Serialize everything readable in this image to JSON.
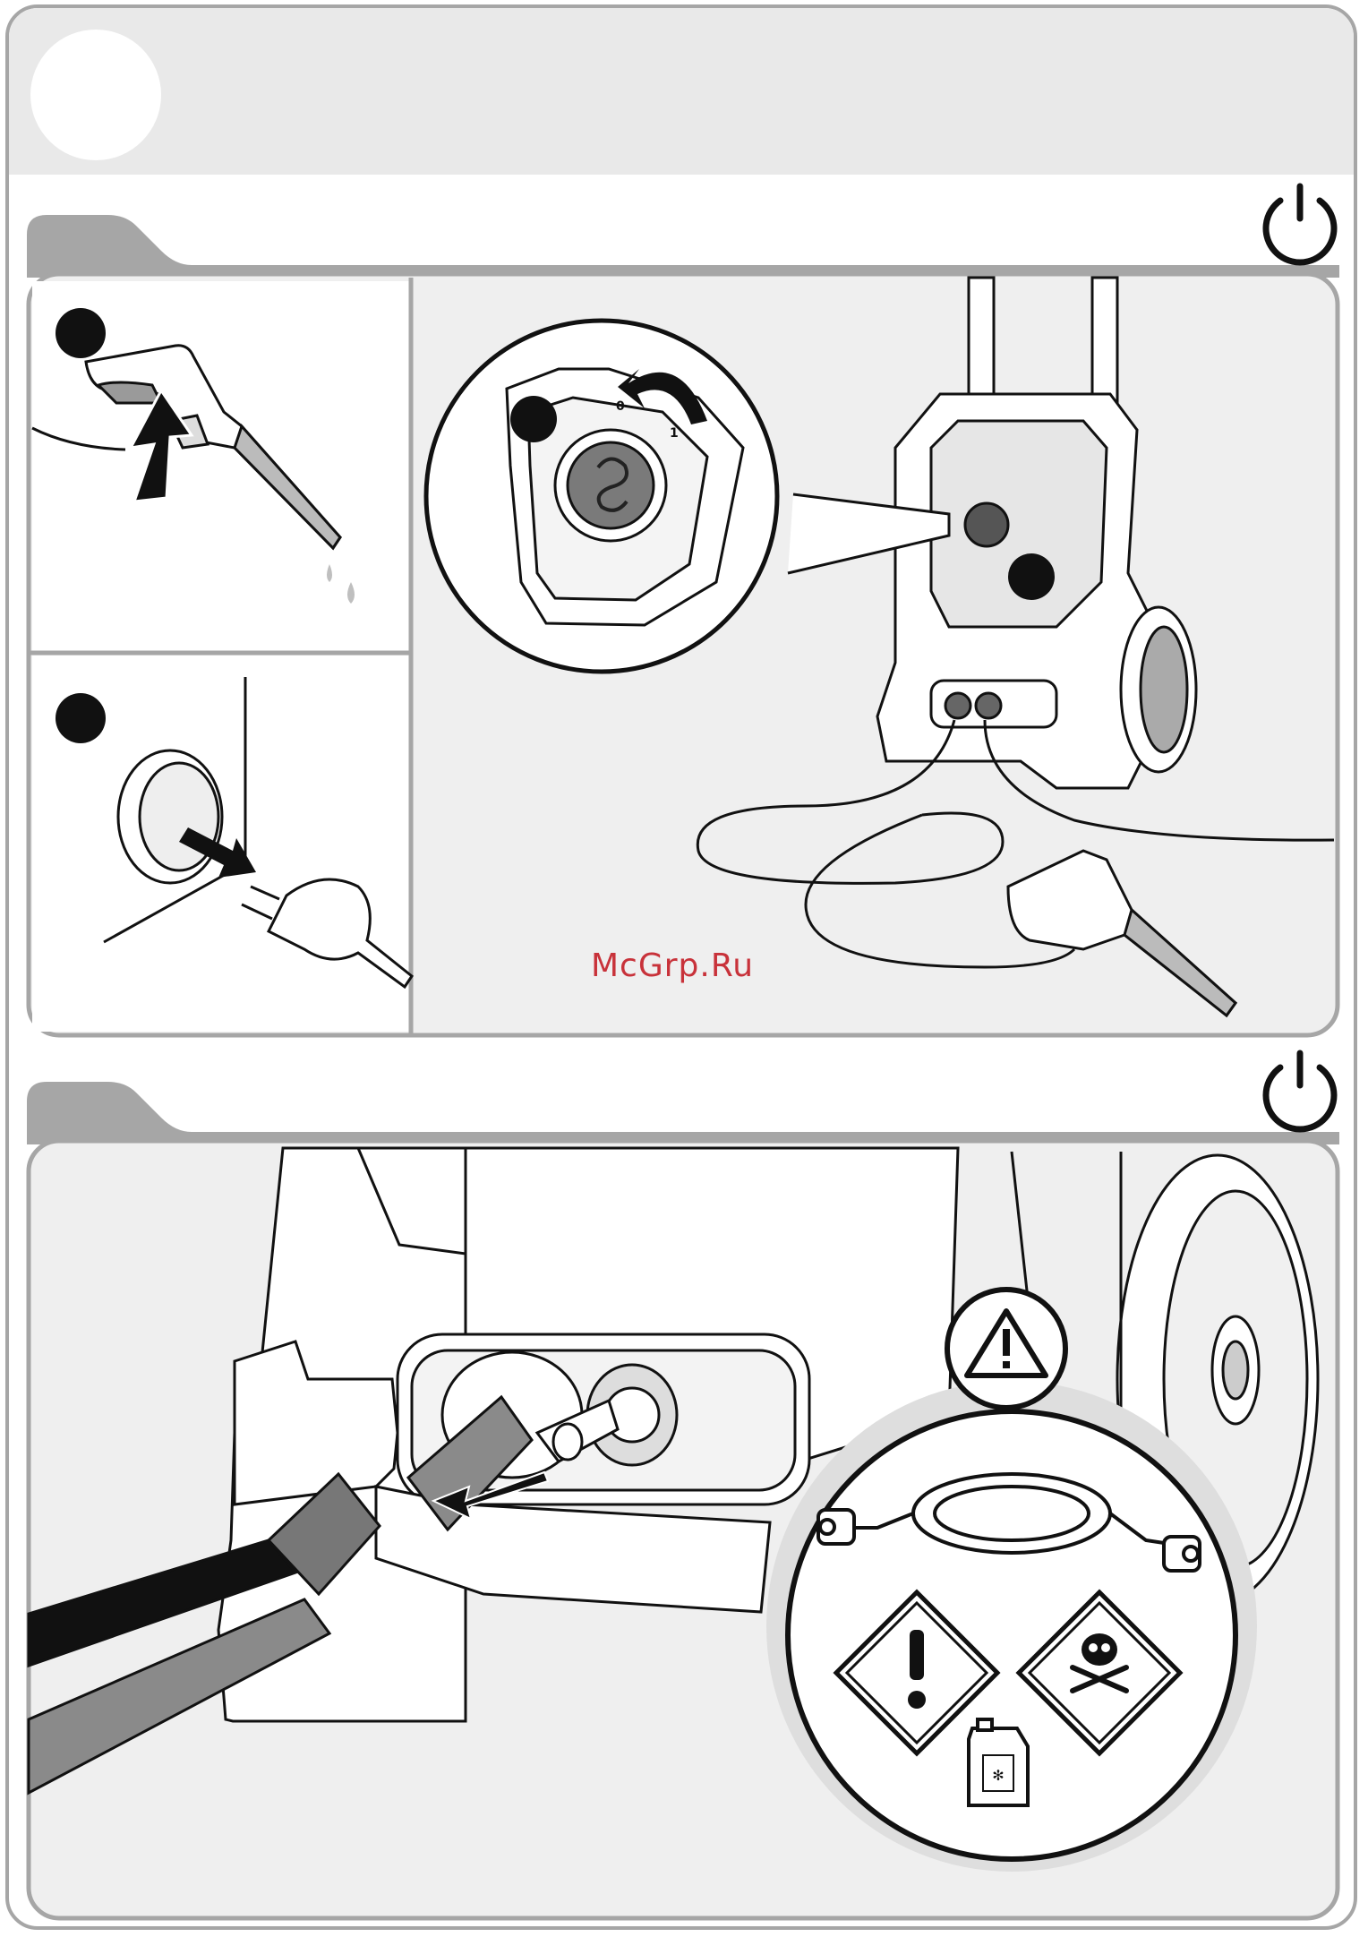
{
  "watermark": {
    "text": "McGrp.Ru",
    "color": "#c8323a"
  },
  "dial": {
    "position_off": "0",
    "position_on": "1"
  },
  "icons": {
    "power": "power-icon",
    "warning": "warning-triangle-icon",
    "health_hazard": "exclamation-diamond-icon",
    "toxic": "skull-crossbones-diamond-icon",
    "antifreeze": "antifreeze-canister-icon"
  },
  "colors": {
    "frame": "#a6a6a6",
    "panel_bg": "#efefef",
    "header_bg": "#e9e9e9",
    "ink": "#111111",
    "hose_grey": "#8a8a8a"
  }
}
